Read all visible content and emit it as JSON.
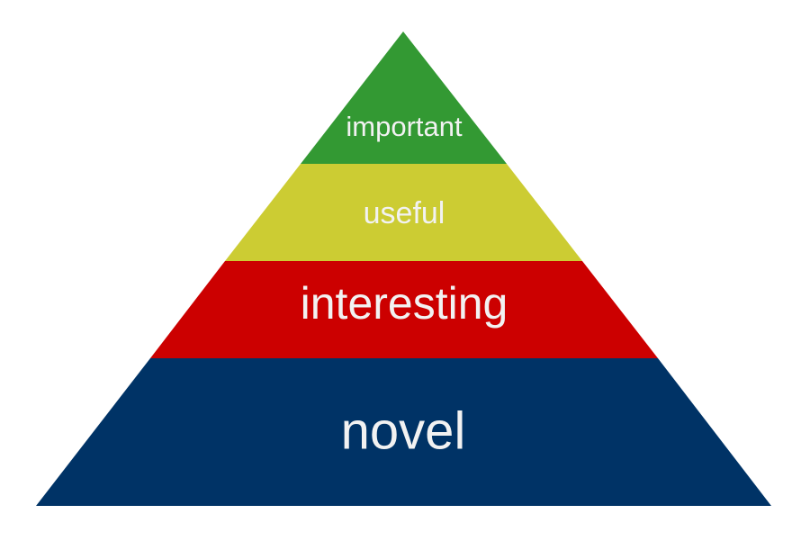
{
  "pyramid": {
    "tiers": [
      {
        "label": "important",
        "fill": "#339933",
        "text_color": "#f2f2f2"
      },
      {
        "label": "useful",
        "fill": "#cccc33",
        "text_color": "#f2f2f2"
      },
      {
        "label": "interesting",
        "fill": "#cc0000",
        "text_color": "#f2f2f2"
      },
      {
        "label": "novel",
        "fill": "#003366",
        "text_color": "#f2f2f2"
      }
    ]
  }
}
